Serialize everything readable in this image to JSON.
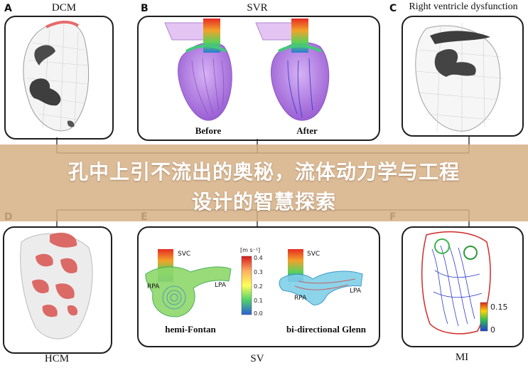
{
  "panels": {
    "A": {
      "letter": "A",
      "title": "DCM"
    },
    "B": {
      "letter": "B",
      "title": "SVR",
      "left_caption": "Before",
      "right_caption": "After"
    },
    "C": {
      "letter": "C",
      "title": "Right ventricle dysfunction"
    },
    "D": {
      "letter": "D",
      "title": "HCM"
    },
    "E": {
      "letter": "E",
      "title": "SV",
      "left_caption": "hemi-Fontan",
      "right_caption": "bi-directional Glenn",
      "labels": {
        "svc": "SVC",
        "rpa": "RPA",
        "lpa": "LPA"
      },
      "colorbar": {
        "unit": "[m s⁻¹]",
        "ticks": [
          "0.4",
          "0.3",
          "0.2",
          "0.1",
          "0.0"
        ]
      }
    },
    "F": {
      "letter": "F",
      "title": "MI",
      "colorbar": {
        "ticks": [
          "0.15",
          "0"
        ]
      }
    }
  },
  "banner": {
    "line1": "孔中上引不流出的奥秘，流体动力学与工程",
    "line2": "设计的智慧探索"
  },
  "colors": {
    "banner": "#d6b086",
    "heart_mesh": "#bdbdbd",
    "dark_structure": "#3b3b3b",
    "purple_flow": "#b07ae0",
    "hot_flow": "#e0302a",
    "hcm_red": "#d9534f"
  }
}
